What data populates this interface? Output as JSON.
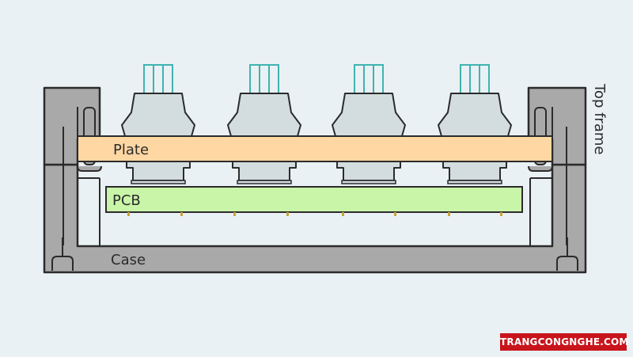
{
  "labels": {
    "plate": "Plate",
    "pcb": "PCB",
    "case": "Case",
    "top_frame": "Top frame"
  },
  "watermark": "TRANGCONGNGHE.COM",
  "colors": {
    "background": "#eaf1f4",
    "frame_fill": "#a9a9a9",
    "outline": "#2b2b2b",
    "plate_fill": "#ffd7a3",
    "pcb_fill": "#c9f5a8",
    "switch_fill": "#d3dde0",
    "stem_stroke": "#3fb3b0",
    "solder": "#c9a23a",
    "watermark_bg": "#c8141b"
  },
  "switch_count": 4,
  "icons": [
    "key-switch-icon"
  ]
}
